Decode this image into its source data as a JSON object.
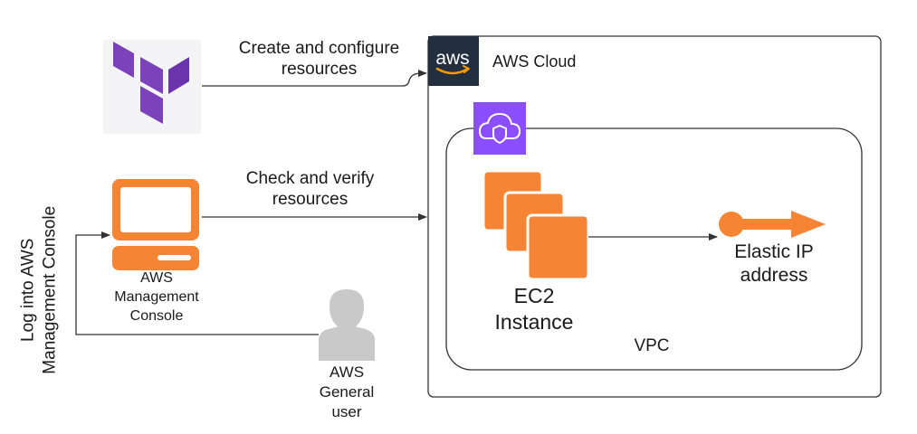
{
  "colors": {
    "terraform_purple": "#7b42bc",
    "terraform_light": "#8f5ed6",
    "aws_orange": "#f58534",
    "aws_orange_dark": "#d9691c",
    "aws_squid_ink": "#232f3e",
    "vpc_purple": "#8c4fff",
    "user_gray": "#c9c9c9",
    "line": "#333333"
  },
  "icons": {
    "terraform": "terraform-logo-icon",
    "aws_logo": "aws-logo-icon",
    "vpc": "vpc-cloud-shield-icon",
    "console": "computer-monitor-icon",
    "user": "user-silhouette-icon",
    "ec2": "ec2-instances-icon",
    "eip": "elastic-ip-icon"
  },
  "edges": {
    "create_configure": "Create and configure\nresources",
    "check_verify": "Check and verify\nresources",
    "log_into": "Log into AWS\nManagement Console"
  },
  "nodes": {
    "console_label": "AWS\nManagement\nConsole",
    "user_label": "AWS\nGeneral\nuser",
    "ec2_label": "EC2\nInstance",
    "eip_label": "Elastic IP\naddress"
  },
  "groups": {
    "aws_cloud": "AWS Cloud",
    "aws_logo_text": "aws",
    "vpc": "VPC"
  }
}
